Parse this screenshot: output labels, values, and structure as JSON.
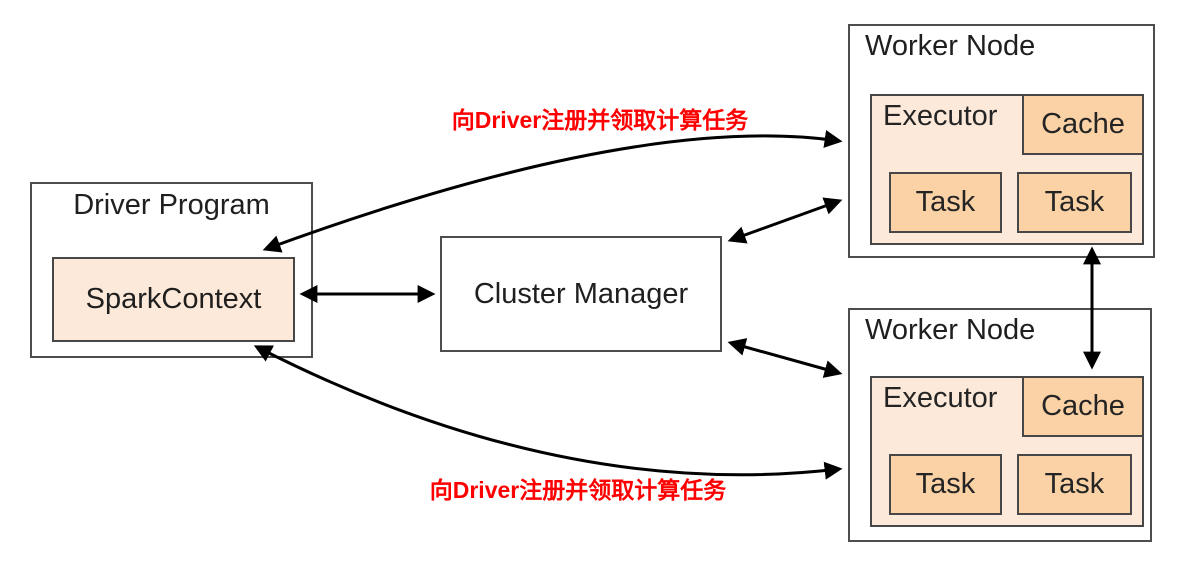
{
  "boxes": {
    "driver": {
      "label": "Driver Program",
      "spark_context": {
        "label": "SparkContext"
      }
    },
    "cluster_manager": {
      "label": "Cluster Manager"
    },
    "worker_top": {
      "label": "Worker Node",
      "executor": {
        "label": "Executor",
        "cache": "Cache",
        "tasks": [
          "Task",
          "Task"
        ]
      }
    },
    "worker_bottom": {
      "label": "Worker Node",
      "executor": {
        "label": "Executor",
        "cache": "Cache",
        "tasks": [
          "Task",
          "Task"
        ]
      }
    }
  },
  "annotations": {
    "top": "向Driver注册并领取计算任务",
    "bottom": "向Driver注册并领取计算任务"
  },
  "colors": {
    "background": "#ffffff",
    "box_border": "#4d4d4d",
    "light_peach_fill": "#fce9d9",
    "dark_peach_fill": "#fad2a6",
    "label_text": "#1f1f1f",
    "annotation_red": "#fe0000",
    "arrow_black": "#000000"
  }
}
